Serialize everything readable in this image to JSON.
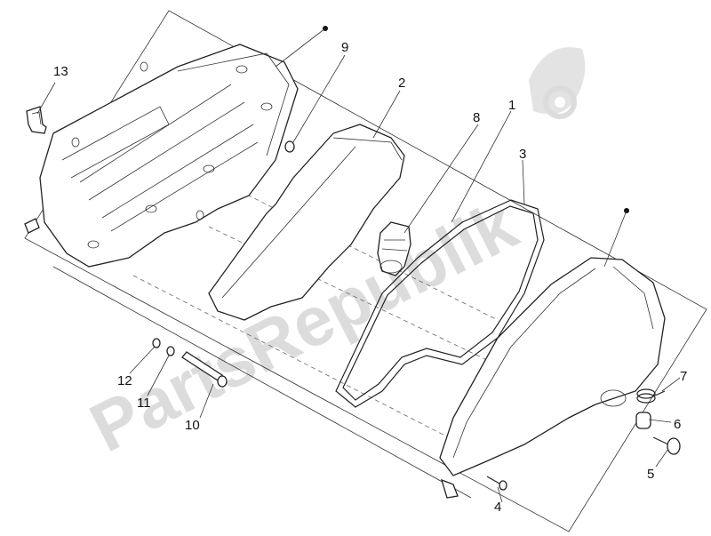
{
  "watermark": {
    "text": "PartsRepublik",
    "icon": "gear-icon",
    "color": "#dcdcdc"
  },
  "callouts": {
    "p1": "1",
    "p2": "2",
    "p3": "3",
    "p4": "4",
    "p5": "5",
    "p6": "6",
    "p7": "7",
    "p8": "8",
    "p9": "9",
    "p10": "10",
    "p11": "11",
    "p12": "12",
    "p13": "13"
  }
}
